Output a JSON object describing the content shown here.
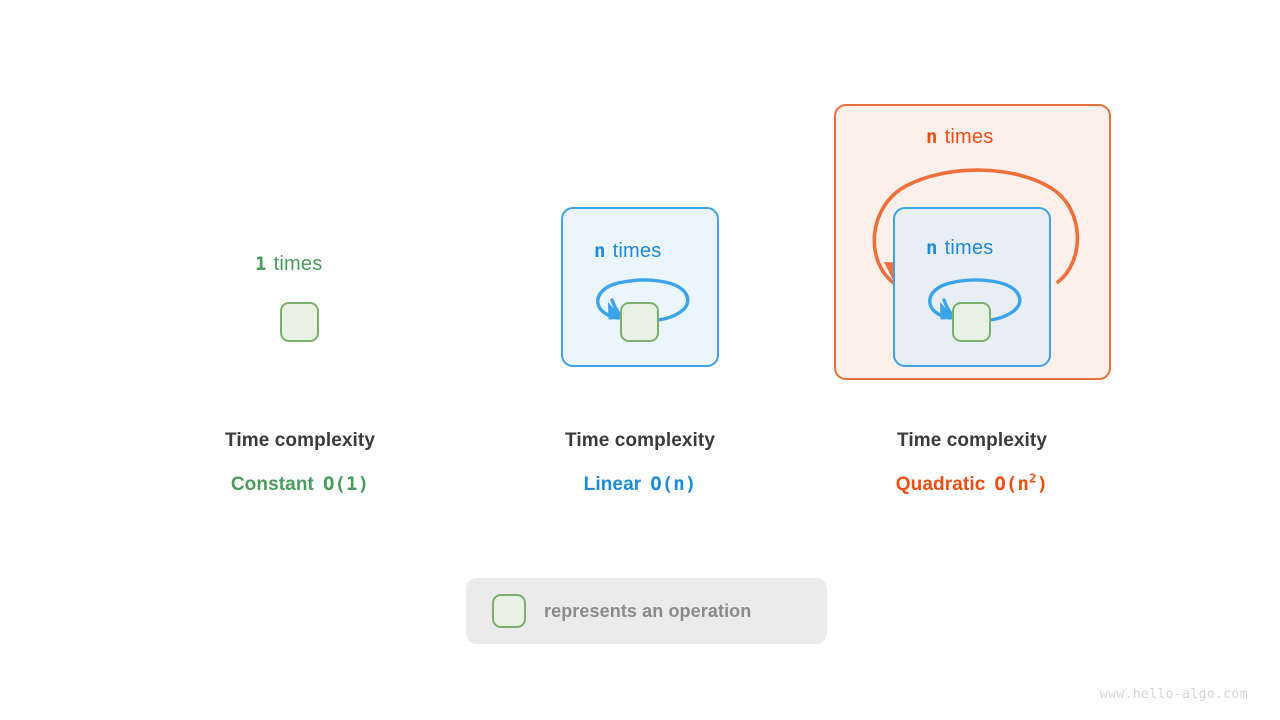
{
  "diagram": {
    "panels": [
      {
        "id": "constant",
        "loop_count": "1",
        "loop_word": "times",
        "caption_title": "Time complexity",
        "complexity_name": "Constant",
        "big_o_prefix": "O(1)",
        "color": "#4a9c5d"
      },
      {
        "id": "linear",
        "loop_count": "n",
        "loop_word": "times",
        "caption_title": "Time complexity",
        "complexity_name": "Linear",
        "big_o_prefix": "O(n)",
        "color": "#1f8ad6"
      },
      {
        "id": "quadratic",
        "outer_loop_count": "n",
        "outer_loop_word": "times",
        "inner_loop_count": "n",
        "inner_loop_word": "times",
        "caption_title": "Time complexity",
        "complexity_name": "Quadratic",
        "big_o_open": "O(n",
        "big_o_exponent": "2",
        "big_o_close": ")",
        "color": "#ee4e12"
      }
    ],
    "legend": {
      "text": "represents an operation",
      "square_icon": "operation-square-icon",
      "background": "#ebebeb"
    },
    "watermark": "www.hello-algo.com",
    "colors": {
      "green": "#4a9c5d",
      "green_fill": "#e8f2e4",
      "green_border": "#7cb06a",
      "blue": "#1f8ad6",
      "blue_border": "#3ba3e8",
      "blue_fill": "#eaf5fd",
      "blue_fill_nested": "#e8eef5",
      "orange": "#ee4e12",
      "orange_border": "#e8703a",
      "orange_fill": "#fdf0eb",
      "caption_dark": "#3b3b3b",
      "legend_text": "#8a8a8a",
      "watermark": "#d4d4d4"
    }
  }
}
